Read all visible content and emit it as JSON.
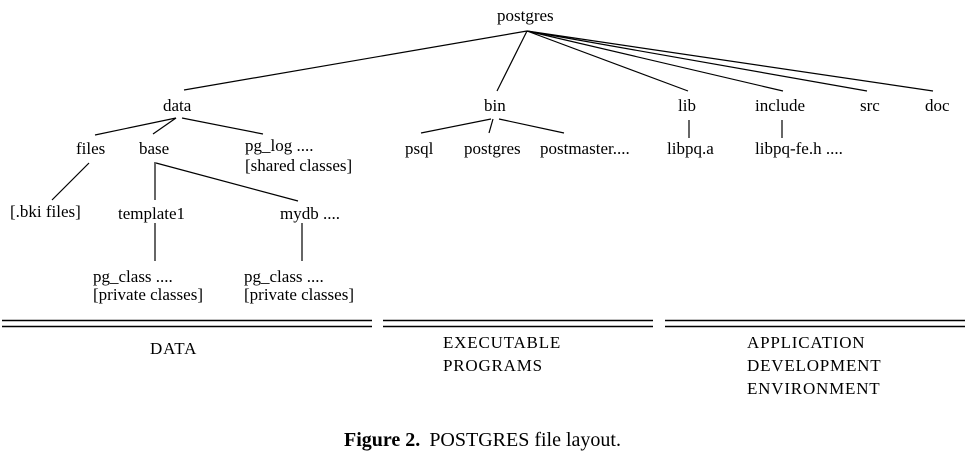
{
  "colors": {
    "ink": "#000000",
    "background": "#ffffff"
  },
  "tree": {
    "root": "postgres",
    "data": {
      "label": "data",
      "files": {
        "label": "files",
        "bki": "[.bki files]"
      },
      "base": {
        "label": "base",
        "template1": {
          "label": "template1",
          "pg_class": "pg_class ....",
          "pg_class_note": "[private classes]"
        },
        "mydb": {
          "label": "mydb ....",
          "pg_class": "pg_class ....",
          "pg_class_note": "[private classes]"
        }
      },
      "pg_log": {
        "label": "pg_log ....",
        "note": "[shared classes]"
      }
    },
    "bin": {
      "label": "bin",
      "children": [
        "psql",
        "postgres",
        "postmaster...."
      ]
    },
    "lib": {
      "label": "lib",
      "child": "libpq.a"
    },
    "include": {
      "label": "include",
      "child": "libpq-fe.h ...."
    },
    "src": {
      "label": "src"
    },
    "doc": {
      "label": "doc"
    }
  },
  "sections": {
    "data": {
      "lines": [
        "DATA"
      ]
    },
    "executables": {
      "lines": [
        "EXECUTABLE",
        "PROGRAMS"
      ]
    },
    "app_dev": {
      "lines": [
        "APPLICATION",
        "DEVELOPMENT",
        "ENVIRONMENT"
      ]
    }
  },
  "caption": {
    "label": "Figure 2.",
    "text": "POSTGRES file layout."
  }
}
